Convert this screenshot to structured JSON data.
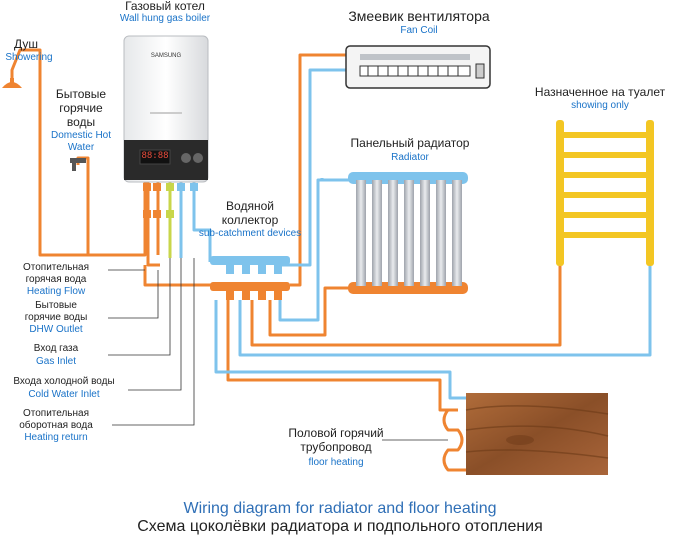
{
  "colors": {
    "hot": "#ef8431",
    "cold": "#7ec3ec",
    "gas": "#c8d64a",
    "towel": "#f3c623",
    "radiator_fin": "#c9ccd2",
    "wood": "#9a5a30",
    "text_en": "#1a73c8",
    "caption_en": "#2f6fb6"
  },
  "boiler": {
    "title_ru": "Газовый котел",
    "title_en": "Wall hung gas boiler",
    "brand": "SAMSUNG",
    "display": "88:88"
  },
  "fan_coil": {
    "title_ru": "Змеевик вентилятора",
    "title_en": "Fan Coil"
  },
  "towel_rail": {
    "title_ru": "Назначенное на туалет",
    "title_en": "showing only"
  },
  "radiator": {
    "title_ru": "Панельный радиатор",
    "title_en": "Radiator"
  },
  "manifold": {
    "title_ru_1": "Водяной",
    "title_ru_2": "коллектор",
    "title_en": "sub-catchment devices"
  },
  "shower": {
    "title_ru": "Душ",
    "title_en": "Showering"
  },
  "domestic_hot": {
    "title_ru_1": "Бытовые",
    "title_ru_2": "горячие",
    "title_ru_3": "воды",
    "title_en_1": "Domestic Hot",
    "title_en_2": "Water"
  },
  "legend": [
    {
      "ru_1": "Отопительная",
      "ru_2": "горячая вода",
      "en": "Heating Flow"
    },
    {
      "ru_1": "Бытовые",
      "ru_2": "горячие воды",
      "en": "DHW Outlet"
    },
    {
      "ru_1": "Вход газа",
      "ru_2": "",
      "en": "Gas Inlet"
    },
    {
      "ru_1": "Входа холодной воды",
      "ru_2": "",
      "en": "Cold Water Inlet"
    },
    {
      "ru_1": "Отопительная",
      "ru_2": "оборотная вода",
      "en": "Heating return"
    }
  ],
  "floor_heating": {
    "title_ru_1": "Половой горячий",
    "title_ru_2": "трубопровод",
    "title_en": "floor heating"
  },
  "caption": {
    "en": "Wiring diagram for radiator and floor heating",
    "ru": "Схема цоколёвки радиатора и подпольного отопления"
  }
}
